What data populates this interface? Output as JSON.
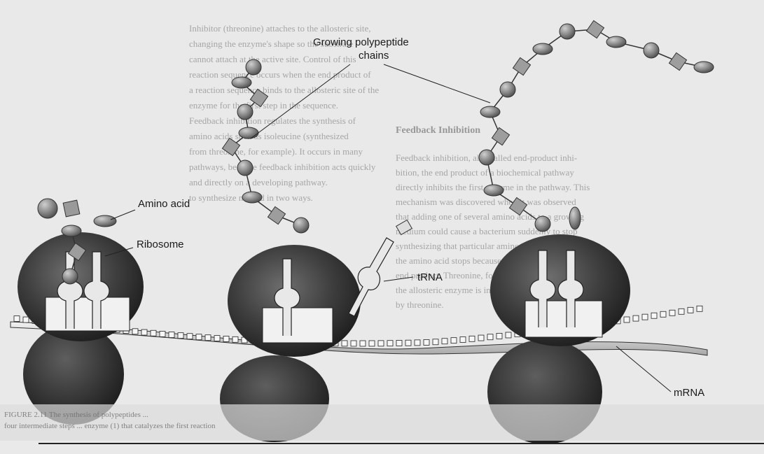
{
  "labels": {
    "polypeptide_line1": "Growing polypeptide",
    "polypeptide_line2": "chains",
    "amino_acid": "Amino acid",
    "ribosome": "Ribosome",
    "trna": "tRNA",
    "mrna": "mRNA"
  },
  "background_text": {
    "heading_feedback": "Feedback Inhibition",
    "left_column": [
      "Inhibitor (threonine) attaches to the allosteric site,",
      "changing the enzyme's shape so the substrate",
      "cannot attach at the active site. Control of this",
      "reaction sequence occurs when the end product of",
      "a reaction sequence binds to the allosteric site of the",
      "enzyme for the first step in the sequence.",
      "Feedback inhibition regulates the synthesis of",
      "amino acids such as isoleucine (synthesized",
      "from threonine, for example). It occurs in many",
      "pathways, because feedback inhibition acts quickly",
      "and directly on a developing pathway.",
      "to synthesize needed in two ways."
    ],
    "right_column": [
      "Feedback inhibition, also called end-product inhi-",
      "bition, the end product of a biochemical pathway",
      "directly inhibits the first enzyme in the pathway. This",
      "mechanism was discovered when it was observed",
      "that adding one of several amino acids to a growing",
      "medium could cause a bacterium suddenly to stop",
      "synthesizing that particular amino acid. Synthesis of",
      "the amino acid stops because of inhibition by its",
      "end product. Threonine, for example, and",
      "the allosteric enzyme is inhibited",
      "by threonine."
    ],
    "caption_line1": "FIGURE 2.11  The synthesis of polypeptides ...",
    "caption_line2": "four intermediate steps ... enzyme (1) that catalyzes the first reaction"
  },
  "colors": {
    "ribosome": "#4a4a4a",
    "mrna": "#cfcfcf",
    "amino_acid": "#7d7d7d",
    "paper": "#e9e9e9"
  }
}
